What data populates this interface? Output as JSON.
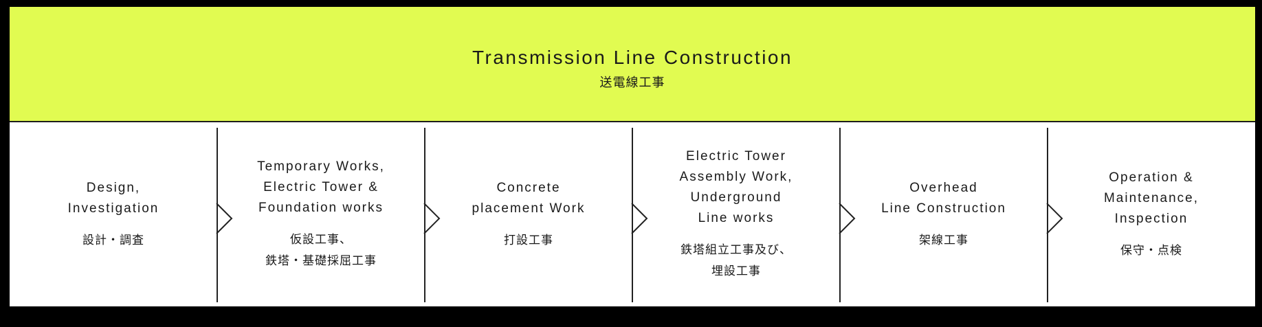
{
  "header": {
    "title": "Transmission Line Construction",
    "subtitle": "送電線工事",
    "background_color": "#e1fb51"
  },
  "steps": [
    {
      "en": "Design,\nInvestigation",
      "ja": "設計・調査"
    },
    {
      "en": "Temporary Works,\nElectric Tower &\nFoundation works",
      "ja": "仮設工事、\n鉄塔・基礎採屈工事"
    },
    {
      "en": "Concrete\nplacement Work",
      "ja": "打設工事"
    },
    {
      "en": "Electric Tower\nAssembly Work,\nUnderground\nLine works",
      "ja": "鉄塔組立工事及び、\n埋設工事"
    },
    {
      "en": "Overhead\nLine Construction",
      "ja": "架線工事"
    },
    {
      "en": "Operation &\nMaintenance,\nInspection",
      "ja": "保守・点検"
    }
  ],
  "colors": {
    "background": "#000000",
    "panel": "#ffffff",
    "accent": "#e1fb51",
    "line": "#222222"
  }
}
